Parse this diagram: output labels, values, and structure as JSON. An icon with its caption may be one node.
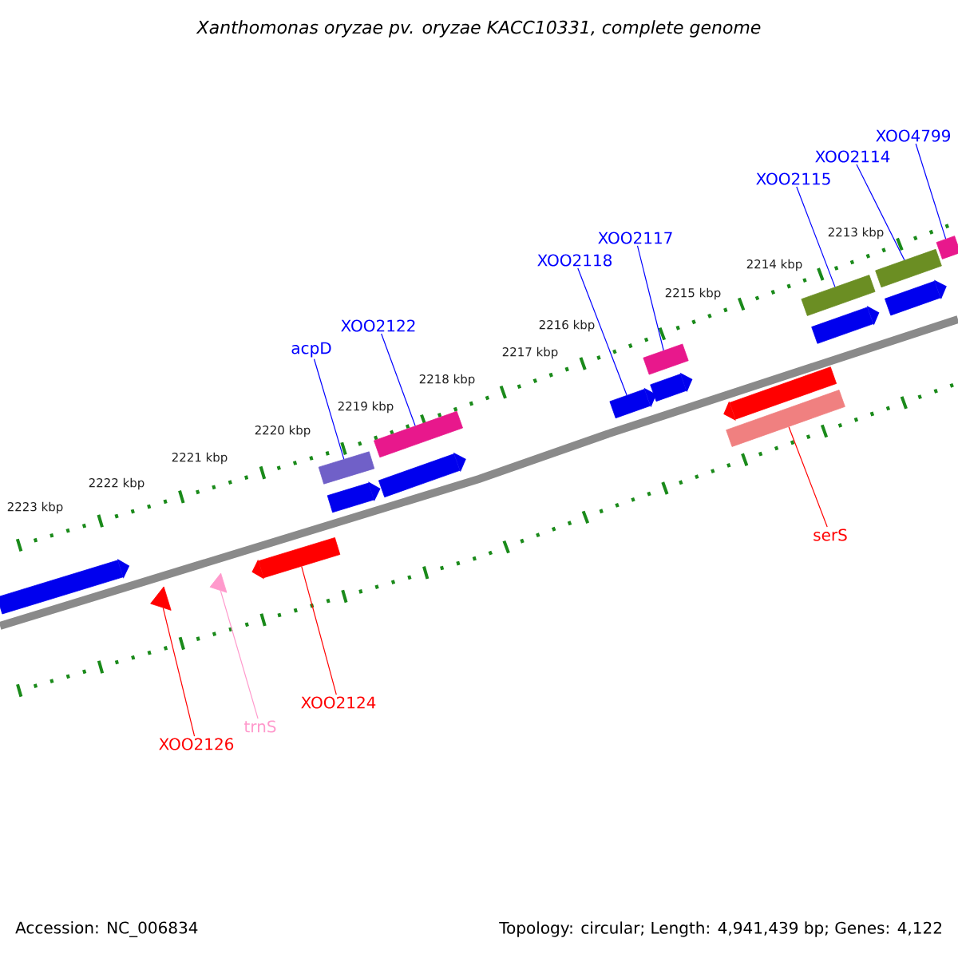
{
  "diagram": {
    "title": "Xanthomonas oryzae pv. oryzae KACC10331, complete genome",
    "nodes": [
      {
        "text": [
          "XOO4799"
        ]
      },
      {
        "text": [
          "XOO2114"
        ]
      },
      {
        "text": [
          "XOO2115"
        ]
      },
      {
        "text": [
          "XOO2117"
        ]
      },
      {
        "text": [
          "XOO2118"
        ]
      },
      {
        "text": [
          "XOO2122"
        ]
      },
      {
        "text": [
          "acpD"
        ]
      },
      {
        "text": [
          "serS"
        ]
      },
      {
        "text": [
          "XOO2124"
        ]
      },
      {
        "text": [
          "trnS"
        ]
      },
      {
        "text": [
          "XOO2126"
        ]
      },
      {
        "text": [],
        "shape": "arrow"
      },
      {
        "text": [],
        "shape": "triangle"
      },
      {
        "text": [],
        "shape": "triangle"
      },
      {
        "text": [],
        "shape": "arrow"
      },
      {
        "text": [],
        "shape": "bar"
      },
      {
        "text": [],
        "shape": "arrow"
      },
      {
        "text": [],
        "shape": "bar"
      },
      {
        "text": [],
        "shape": "arrow"
      },
      {
        "text": [],
        "shape": "arrow"
      },
      {
        "text": [],
        "shape": "bar"
      },
      {
        "text": [],
        "shape": "arrow"
      },
      {
        "text": [],
        "shape": "arrow"
      },
      {
        "text": [],
        "shape": "bar"
      },
      {
        "text": [],
        "shape": "bar"
      },
      {
        "text": [],
        "shape": "arrow"
      },
      {
        "text": [],
        "shape": "bar"
      },
      {
        "text": [],
        "shape": "arrow"
      },
      {
        "text": [],
        "shape": "bar"
      }
    ],
    "edges": [
      {
        "from": 0,
        "to": 28,
        "arrow": "none"
      },
      {
        "from": 1,
        "to": 26,
        "arrow": "none"
      },
      {
        "from": 2,
        "to": 24,
        "arrow": "none"
      },
      {
        "from": 3,
        "to": 20,
        "arrow": "none"
      },
      {
        "from": 4,
        "to": 19,
        "arrow": "none"
      },
      {
        "from": 5,
        "to": 17,
        "arrow": "none"
      },
      {
        "from": 6,
        "to": 15,
        "arrow": "none"
      },
      {
        "from": 7,
        "to": 23,
        "arrow": "none",
        "color": "#ff0000"
      },
      {
        "from": 8,
        "to": 14,
        "arrow": "none",
        "color": "#ff0000"
      },
      {
        "from": 9,
        "to": 13,
        "arrow": "none",
        "color": "#ff99cc"
      },
      {
        "from": 10,
        "to": 12,
        "arrow": "none",
        "color": "#ff0000"
      }
    ],
    "labels": [
      "2213 kbp",
      "2214 kbp",
      "2215 kbp",
      "2216 kbp",
      "2217 kbp",
      "2218 kbp",
      "2219 kbp",
      "2220 kbp",
      "2221 kbp",
      "2222 kbp",
      "2223 kbp",
      "Accession: NC_006834",
      "Topology: circular; Length: 4,941,439 bp; Genes: 4,122"
    ]
  }
}
